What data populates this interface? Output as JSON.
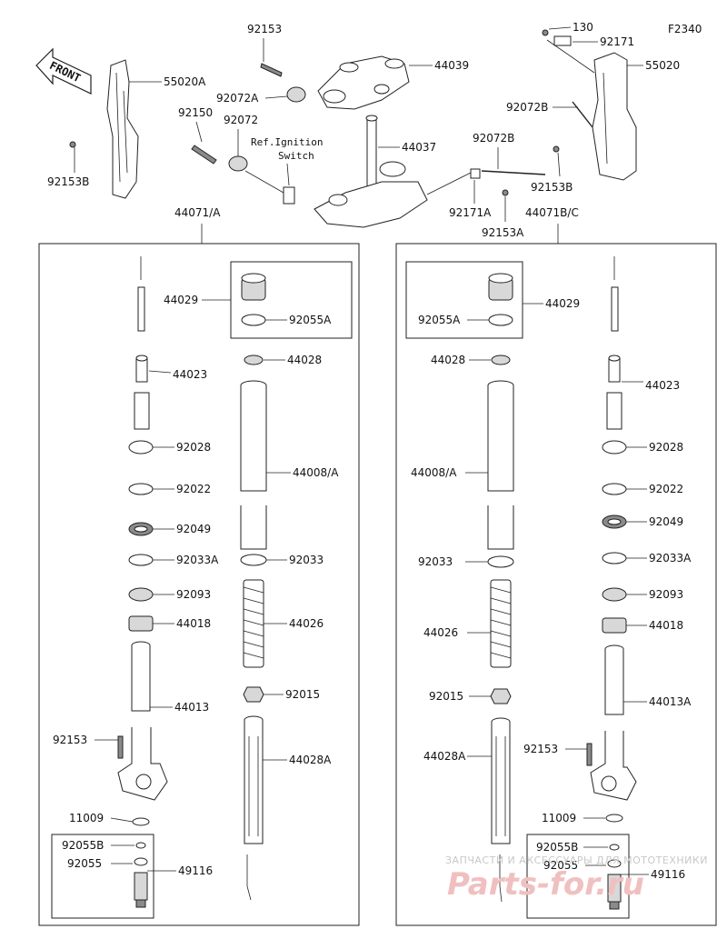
{
  "diagram": {
    "code": "F2340",
    "front_label": "FRONT",
    "ref_note_line1": "Ref.Ignition",
    "ref_note_line2": "Switch",
    "top_labels": {
      "l92153": "92153",
      "l44039": "44039",
      "l55020A": "55020A",
      "l92072A": "92072A",
      "l92150": "92150",
      "l92072": "92072",
      "l44037": "44037",
      "l92153B_left": "92153B",
      "l130": "130",
      "l92171": "92171",
      "l55020": "55020",
      "l92072B_a": "92072B",
      "l92072B_b": "92072B",
      "l92153B_right": "92153B",
      "l92171A": "92171A",
      "l92153A": "92153A"
    },
    "assembly_left": {
      "title": "44071/A",
      "labels": {
        "l44029": "44029",
        "l92055A": "92055A",
        "l44028": "44028",
        "l44023": "44023",
        "l92028": "92028",
        "l44008A": "44008/A",
        "l92022": "92022",
        "l92049": "92049",
        "l92033A": "92033A",
        "l92033": "92033",
        "l92093": "92093",
        "l44026": "44026",
        "l44018": "44018",
        "l44013": "44013",
        "l92015": "92015",
        "l92153": "92153",
        "l44028A": "44028A",
        "l11009": "11009",
        "l92055B": "92055B",
        "l92055": "92055",
        "l49116": "49116"
      }
    },
    "assembly_right": {
      "title": "44071B/C",
      "labels": {
        "l44029": "44029",
        "l92055A": "92055A",
        "l44028": "44028",
        "l44023": "44023",
        "l92028": "92028",
        "l44008A": "44008/A",
        "l92022": "92022",
        "l92049": "92049",
        "l92033": "92033",
        "l92033A": "92033A",
        "l92093": "92093",
        "l44026": "44026",
        "l44018": "44018",
        "l44013A": "44013A",
        "l92015": "92015",
        "l92153": "92153",
        "l44028A": "44028A",
        "l11009": "11009",
        "l92055B": "92055B",
        "l92055": "92055",
        "l49116": "49116"
      }
    },
    "watermark_line": "ЗАПЧАСТИ И АКСЕССУАРЫ ДЛЯ МОТОТЕХНИКИ",
    "watermark_brand": "Parts-for.ru"
  }
}
